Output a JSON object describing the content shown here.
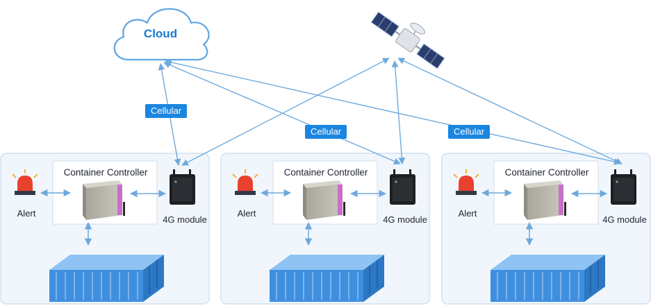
{
  "cloud": {
    "label": "Cloud"
  },
  "links": [
    "Cellular",
    "Cellular",
    "Cellular"
  ],
  "sites": [
    {
      "controller_title": "Container Controller",
      "alert_label": "Alert",
      "module_label": "4G module"
    },
    {
      "controller_title": "Container Controller",
      "alert_label": "Alert",
      "module_label": "4G module"
    },
    {
      "controller_title": "Container Controller",
      "alert_label": "Alert",
      "module_label": "4G module"
    }
  ],
  "colors": {
    "arrow": "#6ea9dc",
    "panel_bg": "#f1f6fc",
    "panel_border": "#c6dbf0",
    "badge": "#1a86e0",
    "cloud_text": "#1a77d1",
    "container": "#3f8fdf"
  }
}
